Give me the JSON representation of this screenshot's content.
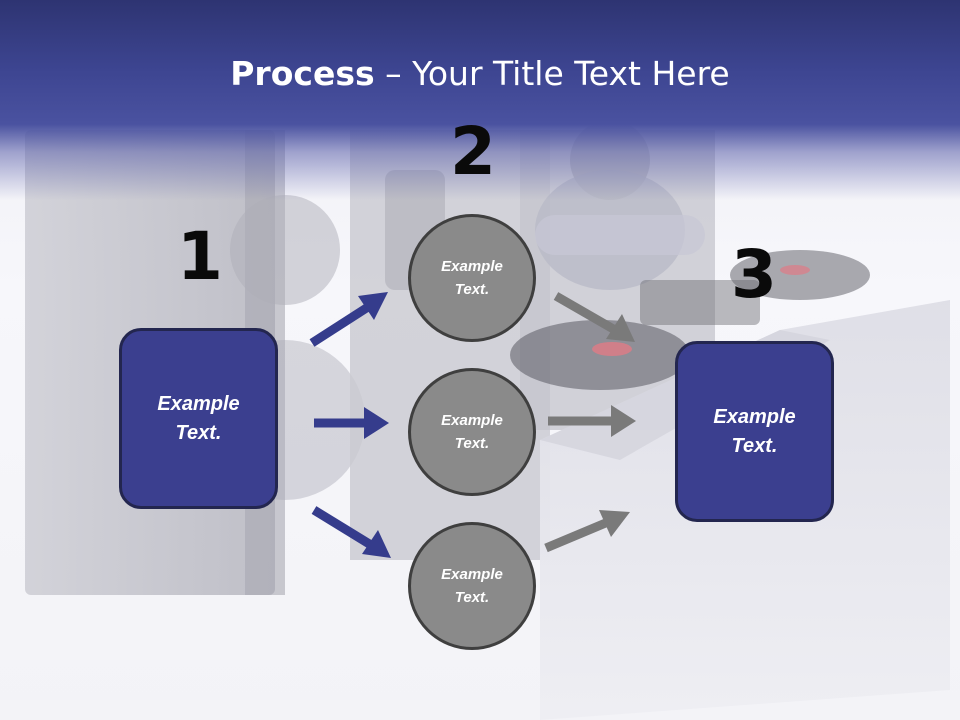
{
  "slide": {
    "title_bold": "Process",
    "title_rest": " – Your Title Text Here"
  },
  "steps": {
    "one": {
      "number": "1",
      "text": "Example Text."
    },
    "two": {
      "number": "2",
      "text": "Example Text."
    },
    "three": {
      "number": "3",
      "text": "Example Text."
    }
  },
  "circles": [
    {
      "text": "Example Text."
    },
    {
      "text": "Example Text."
    },
    {
      "text": "Example Text."
    }
  ],
  "colors": {
    "header": "#3d4591",
    "box_fill": "#3b3f8f",
    "box_border": "#23264f",
    "circle_fill": "#8a8a8a",
    "circle_border": "#3f3f3f",
    "arrow_blue": "#353c8c",
    "arrow_gray": "#7a7a7a"
  }
}
